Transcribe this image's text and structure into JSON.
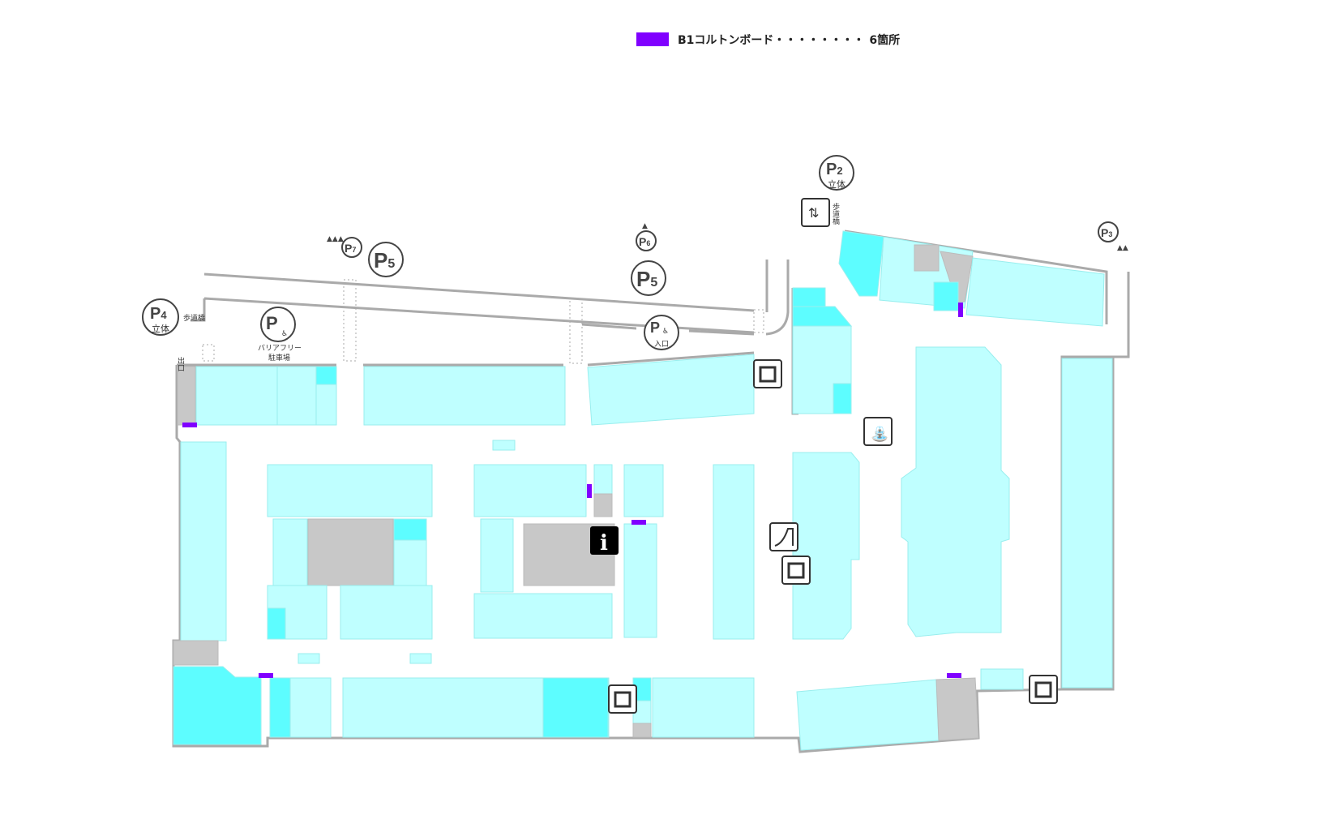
{
  "legend": {
    "label": "B1コルトンボード・・・・・・・・",
    "count": "6箇所",
    "color": "#8000ff"
  },
  "parking": {
    "p2": {
      "label": "P",
      "num": "2",
      "sub": "立体"
    },
    "p3": {
      "label": "P",
      "num": "3"
    },
    "p4": {
      "label": "P",
      "num": "4",
      "sub": "立体"
    },
    "p5a": {
      "label": "P",
      "num": "5"
    },
    "p5b": {
      "label": "P",
      "num": "5"
    },
    "p6": {
      "label": "P",
      "num": "6"
    },
    "p7": {
      "label": "P",
      "num": "7"
    },
    "barrier_free": {
      "label": "P",
      "caption1": "バリアフリー",
      "caption2": "駐車場"
    },
    "accessible_entrance": {
      "label": "P",
      "caption": "入口"
    }
  },
  "labels": {
    "bridge1": "歩道橋",
    "bridge2": "歩道橋",
    "exit": "出口"
  },
  "colors": {
    "store": "#bfffff",
    "highlight": "#5dfdff",
    "facility": "#c8c8c8",
    "board": "#8000ff"
  }
}
